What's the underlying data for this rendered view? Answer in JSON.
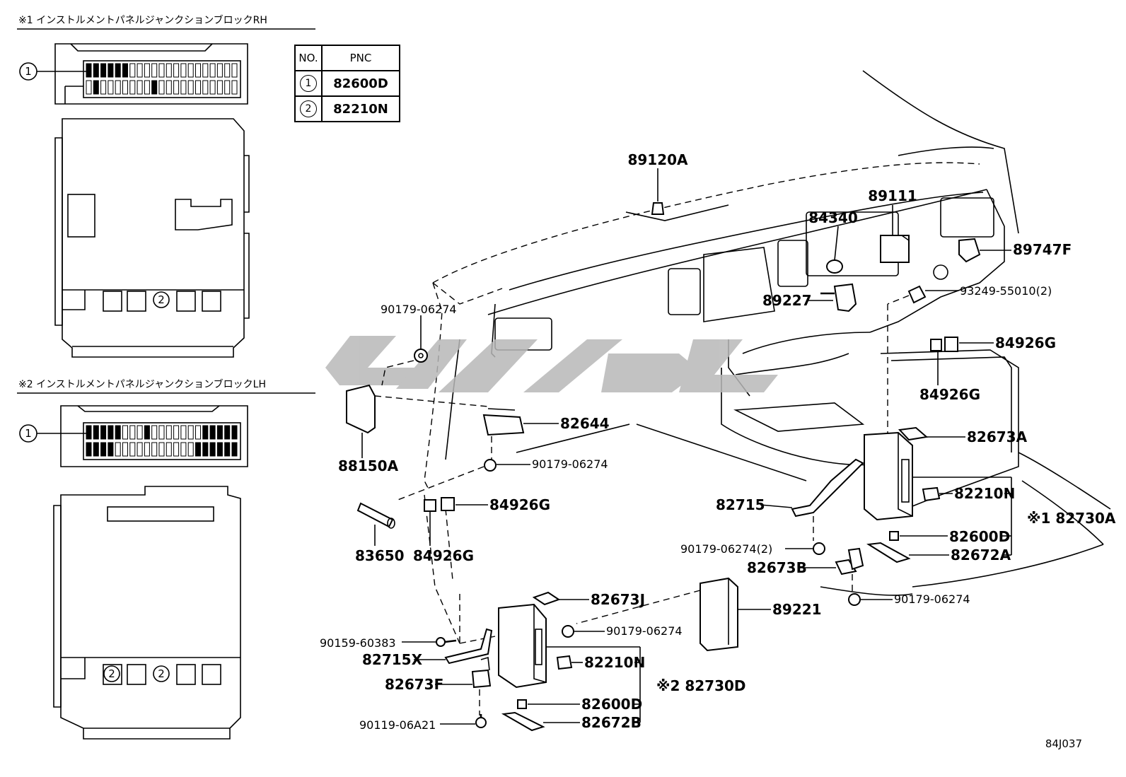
{
  "section_rh": {
    "title": "※1 インストルメントパネルジャンクションブロックRH",
    "callout_1": "1",
    "callout_2": "2"
  },
  "section_lh": {
    "title": "※2 インストルメントパネルジャンクションブロックLH",
    "callout_1": "1",
    "callout_2a": "2",
    "callout_2b": "2"
  },
  "pnc_table": {
    "headers": [
      "NO.",
      "PNC"
    ],
    "rows": [
      {
        "no": "1",
        "pnc": "82600D"
      },
      {
        "no": "2",
        "pnc": "82210N"
      }
    ]
  },
  "labels": {
    "p89120A": "89120A",
    "p89111": "89111",
    "p84340": "84340",
    "p89747F": "89747F",
    "p93249": "93249-55010(2)",
    "p89227": "89227",
    "p84926G_a": "84926G",
    "p84926G_b": "84926G",
    "p84926G_c": "84926G",
    "p84926G_d": "84926G",
    "p90179_a": "90179-06274",
    "p90179_b": "90179-06274",
    "p90179_c": "90179-06274(2)",
    "p90179_d": "90179-06274",
    "p90179_e": "90179-06274",
    "p88150A": "88150A",
    "p82644": "82644",
    "p82673A": "82673A",
    "p82210N_a": "82210N",
    "p82210N_b": "82210N",
    "p82730A": "※1 82730A",
    "p82600D_a": "82600D",
    "p82600D_b": "82600D",
    "p82672A": "82672A",
    "p82672B": "82672B",
    "p82715": "82715",
    "p82715X": "82715X",
    "p82673B": "82673B",
    "p82673J": "82673J",
    "p82673F": "82673F",
    "p89221": "89221",
    "p83650": "83650",
    "p90159": "90159-60383",
    "p90119": "90119-06A21",
    "p82730D": "※2 82730D",
    "footer_code": "84J037"
  }
}
